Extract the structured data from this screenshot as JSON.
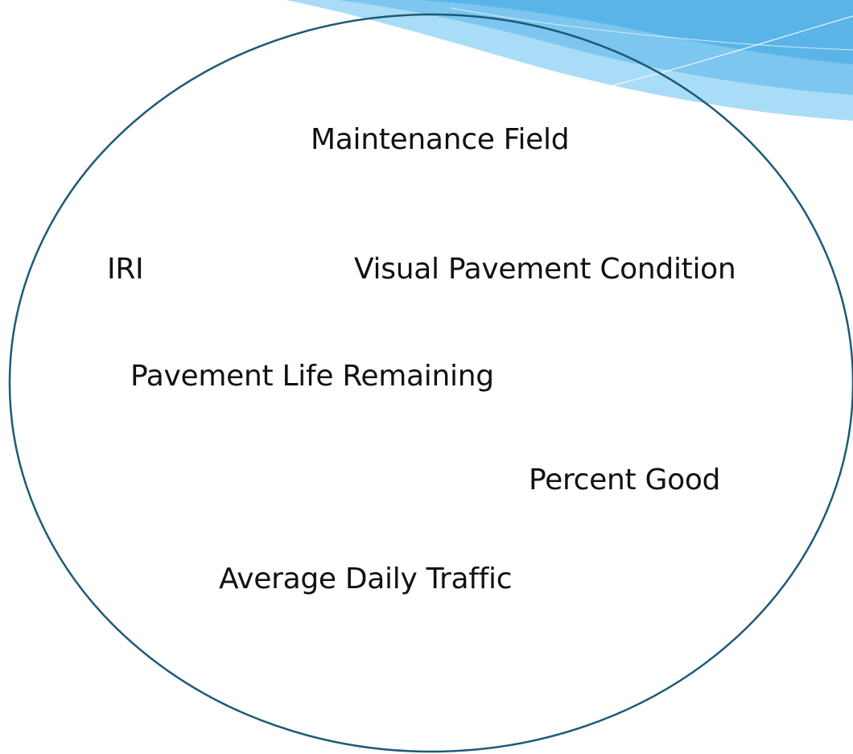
{
  "colors": {
    "ellipse_stroke": "#1d5a78",
    "text": "#111111",
    "swoosh_light": "#a9dcf7",
    "swoosh_mid": "#7cc6ef",
    "swoosh_dark": "#5bb4e8",
    "swoosh_line": "#ffffff"
  },
  "diagram": {
    "terms": [
      "Maintenance Field",
      "IRI",
      "Visual Pavement Condition",
      "Pavement Life Remaining",
      "Percent Good",
      "Average Daily Traffic"
    ]
  }
}
